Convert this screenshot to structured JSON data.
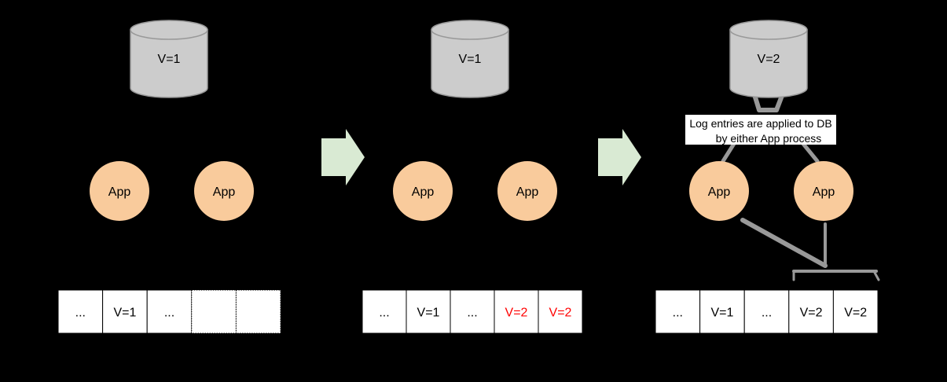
{
  "colors": {
    "background": "#000000",
    "db_fill": "#cccccc",
    "db_stroke": "#999999",
    "app_fill": "#f9cb9c",
    "arrow_fill": "#d9ead3",
    "connector": "#999999",
    "cell_fill": "#ffffff",
    "cell_stroke": "#000000",
    "new_entry_text": "#ff0000",
    "text": "#000000"
  },
  "stages": [
    {
      "db_label": "V=1",
      "apps": [
        "App",
        "App"
      ],
      "log_cells": [
        {
          "text": "...",
          "highlight": false,
          "empty": false
        },
        {
          "text": "V=1",
          "highlight": false,
          "empty": false
        },
        {
          "text": "...",
          "highlight": false,
          "empty": false
        },
        {
          "text": "",
          "highlight": false,
          "empty": true
        },
        {
          "text": "",
          "highlight": false,
          "empty": true
        }
      ]
    },
    {
      "db_label": "V=1",
      "apps": [
        "App",
        "App"
      ],
      "log_cells": [
        {
          "text": "...",
          "highlight": false,
          "empty": false
        },
        {
          "text": "V=1",
          "highlight": false,
          "empty": false
        },
        {
          "text": "...",
          "highlight": false,
          "empty": false
        },
        {
          "text": "V=2",
          "highlight": true,
          "empty": false
        },
        {
          "text": "V=2",
          "highlight": true,
          "empty": false
        }
      ]
    },
    {
      "db_label": "V=2",
      "apps": [
        "App",
        "App"
      ],
      "log_cells": [
        {
          "text": "...",
          "highlight": false,
          "empty": false
        },
        {
          "text": "V=1",
          "highlight": false,
          "empty": false
        },
        {
          "text": "...",
          "highlight": false,
          "empty": false
        },
        {
          "text": "V=2",
          "highlight": false,
          "empty": false
        },
        {
          "text": "V=2",
          "highlight": false,
          "empty": false
        }
      ]
    }
  ],
  "transition_arrows": [
    "stage-1-to-2",
    "stage-2-to-3"
  ],
  "annotation": {
    "line1": "Log entries are applied to DB",
    "line2": "by either App process"
  }
}
